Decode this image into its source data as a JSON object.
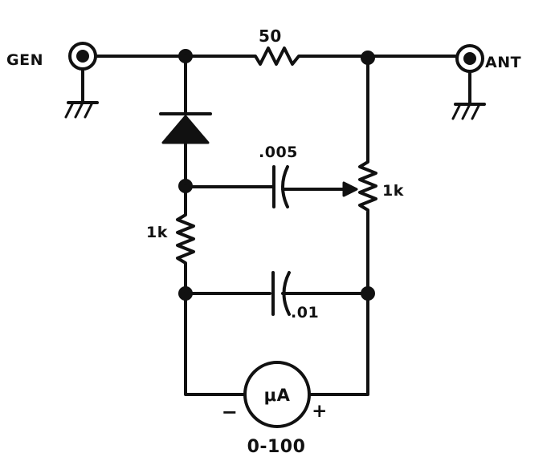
{
  "diagram": {
    "type": "schematic",
    "labels": {
      "gen": "GEN",
      "ant": "ANT",
      "series_resistor": "50",
      "cap_top": ".005",
      "pot": "1k",
      "resistor_left": "1k",
      "cap_bottom": ".01",
      "meter": "μA",
      "meter_minus": "−",
      "meter_plus": "+",
      "meter_range": "0-100"
    },
    "colors": {
      "ink": "#111111",
      "paper": "#ffffff"
    }
  }
}
